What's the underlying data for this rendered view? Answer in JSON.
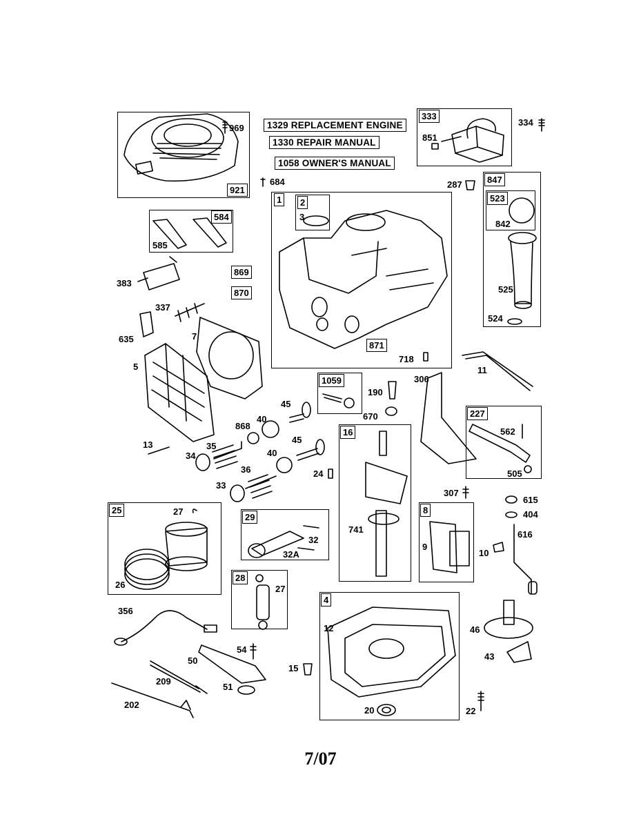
{
  "titles": {
    "replacement_engine": "1329 REPLACEMENT ENGINE",
    "repair_manual": "1330 REPAIR MANUAL",
    "owners_manual": "1058 OWNER'S MANUAL"
  },
  "boxes": {
    "b921": "921",
    "b1": "1",
    "b2": "2",
    "b333": "333",
    "b847": "847",
    "b523": "523",
    "b584": "584",
    "b869": "869",
    "b870": "870",
    "b871": "871",
    "b1059": "1059",
    "b16": "16",
    "b227": "227",
    "b25": "25",
    "b29": "29",
    "b8": "8",
    "b28": "28",
    "b4": "4"
  },
  "labels": {
    "l969": "969",
    "l684": "684",
    "l334": "334",
    "l851": "851",
    "l287": "287",
    "l3": "3",
    "l842": "842",
    "l585": "585",
    "l383": "383",
    "l525": "525",
    "l524": "524",
    "l337": "337",
    "l635": "635",
    "l7": "7",
    "l5": "5",
    "l718": "718",
    "l11": "11",
    "l306": "306",
    "l190": "190",
    "l670": "670",
    "l45a": "45",
    "l40a": "40",
    "l868": "868",
    "l45b": "45",
    "l40b": "40",
    "l13": "13",
    "l35": "35",
    "l34": "34",
    "l36": "36",
    "l33": "33",
    "l24": "24",
    "l562": "562",
    "l505": "505",
    "l307": "307",
    "l615": "615",
    "l404": "404",
    "l616": "616",
    "l27a": "27",
    "l26": "26",
    "l32": "32",
    "l32a": "32A",
    "l741": "741",
    "l9": "9",
    "l10": "10",
    "l27b": "27",
    "l356": "356",
    "l12": "12",
    "l46": "46",
    "l54": "54",
    "l50": "50",
    "l15": "15",
    "l43": "43",
    "l51": "51",
    "l209": "209",
    "l202": "202",
    "l20": "20",
    "l22": "22"
  },
  "footer": "7/07"
}
